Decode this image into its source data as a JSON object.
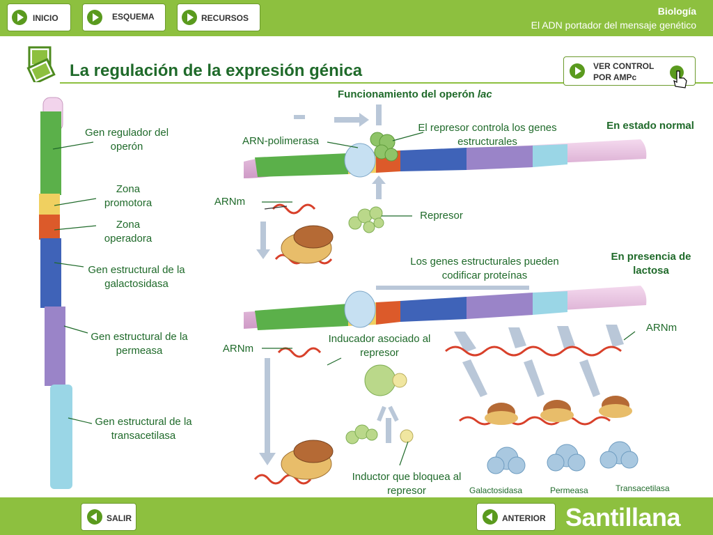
{
  "header": {
    "nav": [
      {
        "label": "INICIO"
      },
      {
        "label": "ESQUEMA"
      },
      {
        "label": "RECURSOS"
      }
    ],
    "subject": "Biología",
    "topic": "El ADN portador del mensaje genético"
  },
  "page": {
    "title": "La regulación de la expresión génica",
    "control_button": {
      "line1": "VER CONTROL",
      "line2": "POR AMPc"
    },
    "diagram_title": "Funcionamiento del operón",
    "diagram_title_italic": "lac"
  },
  "left_labels": [
    {
      "text": "Gen regulador del operón"
    },
    {
      "text": "Zona promotora"
    },
    {
      "text": "Zona operadora"
    },
    {
      "text": "Gen estructural de la galactosidasa"
    },
    {
      "text": "Gen estructural de la permeasa"
    },
    {
      "text": "Gen estructural de la transacetilasa"
    }
  ],
  "states": {
    "normal": "En estado normal",
    "lactose": "En presencia de lactosa"
  },
  "top_labels": {
    "polymerase": "ARN-polimerasa",
    "repressor_controls": "El represor controla los genes estructurales",
    "mrna": "ARNm",
    "repressor": "Represor"
  },
  "bottom_labels": {
    "genes_code": "Los genes estructurales pueden codificar proteínas",
    "mrna_right": "ARNm",
    "mrna_left": "ARNm",
    "inducer_assoc": "Inducador asociado al represor",
    "inducer_blocks": "Inductor que bloquea al represor"
  },
  "proteins": [
    {
      "name": "Galactosidasa"
    },
    {
      "name": "Permeasa"
    },
    {
      "name": "Transacetilasa"
    }
  ],
  "footer": {
    "exit": "SALIR",
    "previous": "ANTERIOR",
    "brand": "Santillana"
  },
  "colors": {
    "accent": "#8dc03f",
    "heading": "#1f6a2a"
  }
}
